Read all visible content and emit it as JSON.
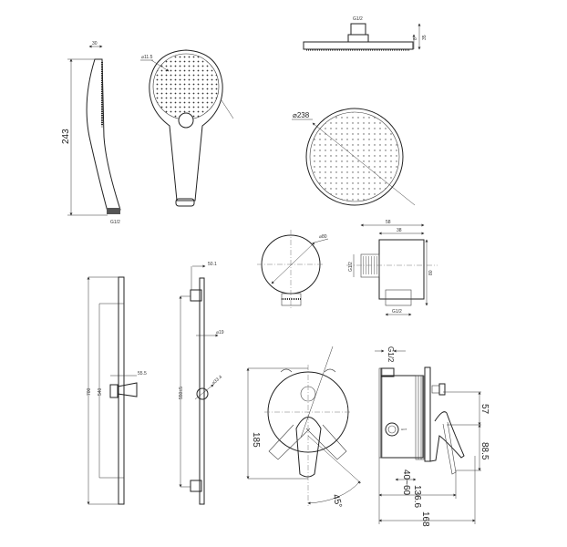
{
  "hand_shower": {
    "width": "30",
    "height": "243",
    "thread": "G1/2",
    "face_diameter": "⌀11.5"
  },
  "overhead_shower": {
    "thread": "G1/2",
    "plate_thickness": "8",
    "height": "35",
    "diameter": "⌀238"
  },
  "wall_elbow": {
    "diameter": "⌀80",
    "depth": "58",
    "body_width": "38",
    "height": "80",
    "inlet_thread": "G1/2",
    "outlet_thread": "G1/2"
  },
  "slide_rail": {
    "length": "700",
    "holder_span": "540",
    "holder_depth": "55.5",
    "bracket_depth": "50.1",
    "tube_diameter": "⌀19",
    "slider_diameter": "⌀33.4",
    "bracket_span": "550±5"
  },
  "mixer": {
    "plate_height": "185",
    "rotation": "45°",
    "thread": "G1/2",
    "upper_offset": "57",
    "lower_offset": "88.5",
    "wall_depth": "40~60",
    "depth_to_plate": "136.6",
    "total_depth": "168",
    "box_label": "HOT"
  }
}
